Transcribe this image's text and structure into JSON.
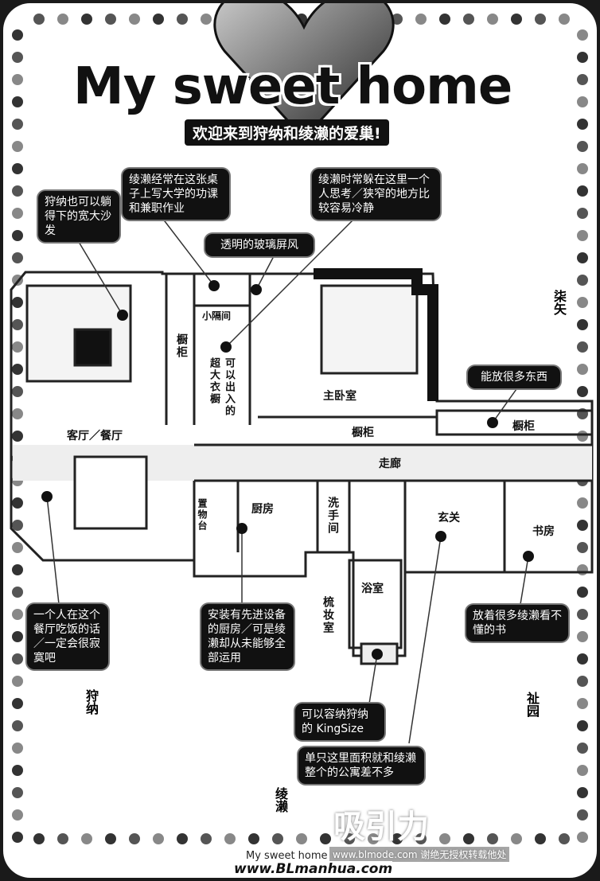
{
  "title": "My sweet home",
  "subtitle": "欢迎来到狩纳和绫濑的爱巢!",
  "callouts": {
    "sofa": "狩纳也可以躺得下的宽大沙发",
    "desk": "绫濑经常在这张桌子上写大学的功课和兼职作业",
    "glass_screen": "透明的玻璃屏风",
    "closet_hide": "绫濑时常躲在这里一个人思考／狭窄的地方比较容易冷静",
    "cabinet": "能放很多东西",
    "dining": "一个人在这个餐厅吃饭的话／一定会很寂寞吧",
    "kitchen": "安装有先进设备的厨房／可是绫濑却从未能够全部运用",
    "study": "放着很多绫濑看不懂的书",
    "bathtub": "可以容纳狩纳的 KingSize",
    "bathroom": "单只这里面积就和绫濑整个的公寓差不多"
  },
  "rooms": {
    "living": "客厅／餐厅",
    "cabinet1": "橱柜",
    "booth": "小隔间",
    "walkin": "可以出入的超大衣橱",
    "master": "主卧室",
    "cabinet2": "橱柜",
    "cabinet3": "橱柜",
    "corridor": "走廊",
    "shelf": "置物台",
    "kitchen": "厨房",
    "toilet": "洗手间",
    "entrance": "玄关",
    "study": "书房",
    "bath": "浴室",
    "dressing": "梳妆室"
  },
  "characters": {
    "a": "柒矢",
    "b": "狩纳",
    "c": "绫濑",
    "d": "祉园"
  },
  "watermarks": {
    "logo": "吸引力",
    "site1": "www.blmode.com 谢绝无授权转载他处",
    "site2": "www.BLmanhua.com",
    "footer": "My sweet home"
  }
}
